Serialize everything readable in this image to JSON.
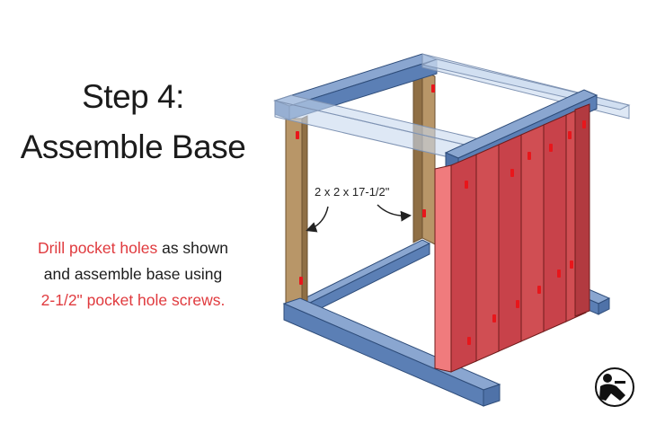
{
  "title": {
    "line1": "Step 4:",
    "line2": "Assemble Base"
  },
  "instructions": {
    "line1_red": "Drill pocket holes",
    "line1_rest": " as shown",
    "line2": "and assemble base using",
    "line3_red": "2-1/2\" pocket hole screws."
  },
  "diagram": {
    "dimension_label": "2 x 2 x 17-1/2\""
  },
  "colors": {
    "frame_blue": "#5b7fb5",
    "ghost_blue": "#c8d8ee",
    "leg_tan": "#b89668",
    "panel_red": "#d9534f",
    "pocket_hole_red": "#e8161b",
    "accent_text_red": "#e03a3e"
  },
  "logo": {
    "icon": "woodworker-silhouette-icon"
  }
}
